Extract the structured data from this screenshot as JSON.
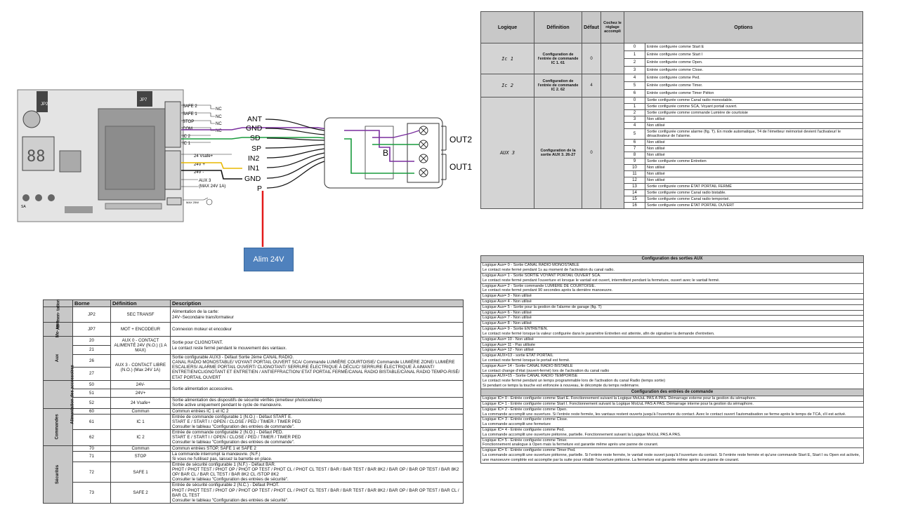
{
  "diagram": {
    "board_terminals": [
      "SAFE 2",
      "SAFE 1",
      "STOP",
      "COM",
      "IC 2",
      "IC 1"
    ],
    "board_nc": [
      "NC",
      "NC",
      "NC",
      "NC"
    ],
    "board_power": [
      "24 Vsafe+",
      "24V +",
      "24V -",
      "AUX 3",
      "(MAX 24V 1A)"
    ],
    "board_ids": [
      "JP2",
      "JP7"
    ],
    "board_small_labels": [
      "MAX 25W",
      "SA"
    ],
    "wires": [
      "ANT",
      "GND",
      "SD",
      "SP",
      "IN2",
      "IN1",
      "GND",
      "P"
    ],
    "relay_label": "B",
    "outputs": [
      "OUT2",
      "OUT1"
    ],
    "power_supply": "Alim 24V"
  },
  "logic_table": {
    "headers": [
      "Logique",
      "Définition",
      "Défaut",
      "Cochez le réglage accompli",
      "Options"
    ],
    "groups": [
      {
        "logic": "Ic 1",
        "definition": "Configuration de l'entrée de commande IC 1. 61",
        "default": "0",
        "options": [
          [
            "0",
            "Entrée configurée comme Start E"
          ],
          [
            "1",
            "Entrée configurée comme Start I"
          ],
          [
            "2",
            "Entrée configurée comme Open."
          ],
          [
            "3",
            "Entrée configurée comme Close."
          ]
        ]
      },
      {
        "logic": "Ic 2",
        "definition": "Configuration de l'entrée de commande IC 2. 62",
        "default": "4",
        "options": [
          [
            "4",
            "Entrée configurée comme Ped."
          ],
          [
            "5",
            "Entrée configurée comme Timer."
          ],
          [
            "6",
            "Entrée configurée comme Timer Piéton"
          ]
        ]
      },
      {
        "logic": "AUX 3",
        "definition": "Configuration de la sortie AUX 3. 26-27",
        "default": "0",
        "options": [
          [
            "0",
            "Sortie configurée comme Canal radio monostable."
          ],
          [
            "1",
            "Sortie configurée comme SCA, Voyant portail ouvert."
          ],
          [
            "2",
            "Sortie configurée comme commande Lumière de courtoisie"
          ],
          [
            "3",
            "Non utilisé"
          ],
          [
            "4",
            "Non utilisé"
          ],
          [
            "5",
            "Sortie configurée comme alarme (fig. T). En mode automatique, T4 de l'émetteur mémorisé devient l'activateur/ le désactivateur de l'alarme."
          ],
          [
            "6",
            "Non utilisé"
          ],
          [
            "7",
            "Non utilisé"
          ],
          [
            "8",
            "Non utilisé"
          ],
          [
            "9",
            "Sortie configurée comme Entretien"
          ],
          [
            "10",
            "Non utilisé"
          ],
          [
            "11",
            "Non utilisé"
          ],
          [
            "12",
            "Non utilisé"
          ],
          [
            "13",
            "Sortie configurée comme ÉTAT PORTAIL FERMÉ"
          ],
          [
            "14",
            "Sortie configurée comme Canal radio bistable."
          ],
          [
            "15",
            "Sortie configurée comme Canal radio temporisé."
          ],
          [
            "16",
            "Sortie configurée comme ÉTAT PORTAIL OUVERT"
          ]
        ]
      }
    ]
  },
  "aux_config": {
    "title_aux": "Configuration des sorties AUX",
    "aux_items": [
      [
        "Logique Aux= 0 - Sortie CANAL RADIO MONOSTABLE",
        "Le contact reste fermé pendant 1s au moment de l'activation du canal radio."
      ],
      [
        "Logique Aux= 1 - Sortie SORTIE VOYANT PORTAIL OUVERT SCA.",
        "Le contact reste fermé pendant l'ouverture et lorsque le vantail est ouvert, intermittent pendant la fermeture, ouvert avec le vantail fermé."
      ],
      [
        "Logique Aux= 2 - Sortie commande LUMIÈRE DE COURTOISIE.",
        "Le contact reste fermé pendant 90 secondes après la dernière manoeuvre."
      ],
      [
        "Logique Aux= 3 - Non utilisé"
      ],
      [
        "Logique Aux= 4 - Non utilisé"
      ],
      [
        "Logique Aux= 5 - Sortie pour la gestion de l'alarme de garage (fig. T)"
      ],
      [
        "Logique Aux= 6 - Non utilisé"
      ],
      [
        "Logique Aux= 7 - Non utilisé"
      ],
      [
        "Logique Aux= 8 - Non utilisé"
      ],
      [
        "Logique Aux= 9 - Sortie ENTRETIEN.",
        "Le contact reste fermé lorsque la valeur configurée dans le paramètre Entretien est atteinte, afin de signaliser la demande d'entretien."
      ],
      [
        "Logique Aux= 10 - Non utilisé"
      ],
      [
        "Logique Aux= 11 - Pas utilisée"
      ],
      [
        "Logique Aux= 12 - Non utilisé"
      ],
      [
        "Logique AUX=13 - sortie ETAT PORTAIL",
        "Le contact reste fermé lorsque le portail est fermé."
      ],
      [
        "Logique Aux= 14 - Sortie CANAL RADIO BISTABLE",
        "Le contact change d'état (ouvert-fermé) lors de l'activation du canal radio"
      ],
      [
        "Logique AUX=15 - Sortie CANAL RADIO TEMPORISE",
        "Le contact reste fermé pendant un temps programmable lors de l'activation du canal Radio (temps sortie)",
        "Si pendant ce temps la touche est enfoncée à nouveau, le décompte du temps redémarre."
      ]
    ],
    "title_ic": "Configuration des entrées de commande",
    "ic_items": [
      [
        "Logique IC= 0 - Entrée configurée comme Start E. Fonctionnement suivant la Logique MoUuL PAS A PAS. Démarrage externe pour la gestion du sémaphore."
      ],
      [
        "Logique IC= 1 - Entrée configurée comme Start I. Fonctionnement suivant la Logique MoUuL PAS A PAS. Démarrage interne pour la gestion du sémaphore."
      ],
      [
        "Logique IC= 2 - Entrée configurée comme Open.",
        "La commande accomplit une ouverture. Si l'entrée reste fermée, les vantaux restent ouverts jusqu'à l'ouverture du contact. Avec le contact ouvert l'automatisation se ferme après le temps de TCA, s'il est activé."
      ],
      [
        "Logique IC= 3 - Entrée configurée comme Close.",
        "La commande accomplit une fermeture"
      ],
      [
        "Logique IC= 4 - Entrée configurée comme Ped.",
        "La commande accomplit une ouverture piétonne, partielle. Fonctionnement suivant la Logique MoUuL PAS A PAS."
      ],
      [
        "Logique IC= 5 - Entrée configurée comme Timer.",
        "Fonctionnement analogue à Open mais la fermeture est garantie même après une panne de courant."
      ],
      [
        "Logique IC= 6 - Entrée configurée comme Timer Ped.",
        "La commande accomplit une ouverture piétonne, partielle. Si l'entrée reste fermée, le vantail reste ouvert jusqu'à l'ouverture du contact. Si l'entrée reste fermée et qu'une commande Start E, Start I ou Open est activée, une manoeuvre complète est accomplie par la suite pour rétablir l'ouverture piétonne. La fermeture est garantie même après une panne de courant."
      ]
    ]
  },
  "terminal_table": {
    "headers": [
      "",
      "Borne",
      "Définition",
      "Description"
    ],
    "groups": [
      {
        "name": "Ali- men- tation",
        "rows": [
          [
            "JP2",
            "SEC TRANSF",
            "Alimentation de la carte:\n24V~Secondaire transformateur"
          ]
        ]
      },
      {
        "name": "Mo- teur",
        "rows": [
          [
            "JP7",
            "MOT + ENCODEUR",
            "Connexion moteur et encodeur"
          ]
        ]
      },
      {
        "name": "Aux",
        "rows": [
          [
            "20",
            "AUX 0 - CONTACT ALIMENTÉ 24V (N.O.) (1 A MAX)",
            "Sortie pour CLIGNOTANT.\nLe contact reste fermé pendant le mouvement des vantaux."
          ],
          [
            "21",
            "",
            ""
          ],
          [
            "26",
            "AUX 3 - CONTACT LIBRE (N.O.) (Max 24V 1A)",
            "Sortie configurable AUX3 - Défaut Sortie 2ème CANAL RADIO.\nCANAL RADIO MONOSTABLE/ VOYANT PORTAIL OUVERT SCA/ Commande LUMIÈRE COURTOISIE/ Commande LUMIÈRE ZONE/ LUMIÈRE ESCALIERS/ ALARME PORTAIL OUVERT/ CLIGNOTANT/ SERRURE ÉLECTRIQUE À DÉCLIC/ SERRURE ÉLECTRIQUE À AIMANT/ ENTRETIEN/CLIGNOTANT ET ENTRETIEN / ANTIEFFRACTION/ ETAT PORTAIL FERMÉ/CANAL RADIO BISTABLE/CANAL RADIO TEMPO-RISÉ/ ETAT PORTAIL OUVERT"
          ],
          [
            "27",
            "",
            ""
          ]
        ]
      },
      {
        "name": "Alimentation des accessoires",
        "rows": [
          [
            "50",
            "24V-",
            "Sortie alimentation accessoires."
          ],
          [
            "51",
            "24V+",
            ""
          ],
          [
            "52",
            "24 Vsafe+",
            "Sortie alimentation des dispositifs de sécurité vérifiés (émetteur photocellules)\nSortie active uniquement pendant le cycle de manœuvre."
          ]
        ]
      },
      {
        "name": "Commandes",
        "rows": [
          [
            "60",
            "Commun",
            "Commun entrées IC 1 et IC 2"
          ],
          [
            "61",
            "IC 1",
            "Entrée de commande configurable 1 (N.O.) - Défaut START E.\nSTART E / START I / OPEN / CLOSE / PED / TIMER / TIMER PED\nConsulter le tableau \"Configuration des entrées de commande\"."
          ],
          [
            "62",
            "IC 2",
            "Entrée de commande configurable 2 (N.O.) - Défaut PED.\nSTART E / START I / OPEN / CLOSE / PED / TIMER / TIMER PED\nConsulter le tableau \"Configuration des entrées de commande\"."
          ]
        ]
      },
      {
        "name": "Sécurités",
        "rows": [
          [
            "70",
            "Commun",
            "Commun entrées STOP, SAFE 1 et SAFE 2"
          ],
          [
            "71",
            "STOP",
            "La commande interrompt la manœuvre. (N.F.)\nSi vous ne l'utilisez pas, laissez la barrette en place."
          ],
          [
            "72",
            "SAFE 1",
            "Entrée de sécurité configurable 1 (N.F.) - Défaut BAR.\nPHOT / PHOT TEST / PHOT OP / PHOT OP TEST / PHOT CL / PHOT CL TEST / BAR / BAR TEST / BAR 8K2 / BAR OP / BAR OP TEST / BAR 8K2 OP/ BAR CL / BAR CL TEST / BAR 8K2 CL /STOP 8K2\nConsulter le tableau \"Configuration des entrées de sécurité\"."
          ],
          [
            "73",
            "SAFE 2",
            "Entrée de sécurité configurable 2 (N.C.) - Défaut PHOT.\nPHOT / PHOT TEST / PHOT OP / PHOT OP TEST / PHOT CL / PHOT CL TEST / BAR / BAR TEST / BAR 8K2 / BAR OP / BAR OP TEST / BAR CL / BAR CL TEST\nConsulter le tableau \"Configuration des entrées de sécurité\"."
          ]
        ]
      }
    ]
  }
}
